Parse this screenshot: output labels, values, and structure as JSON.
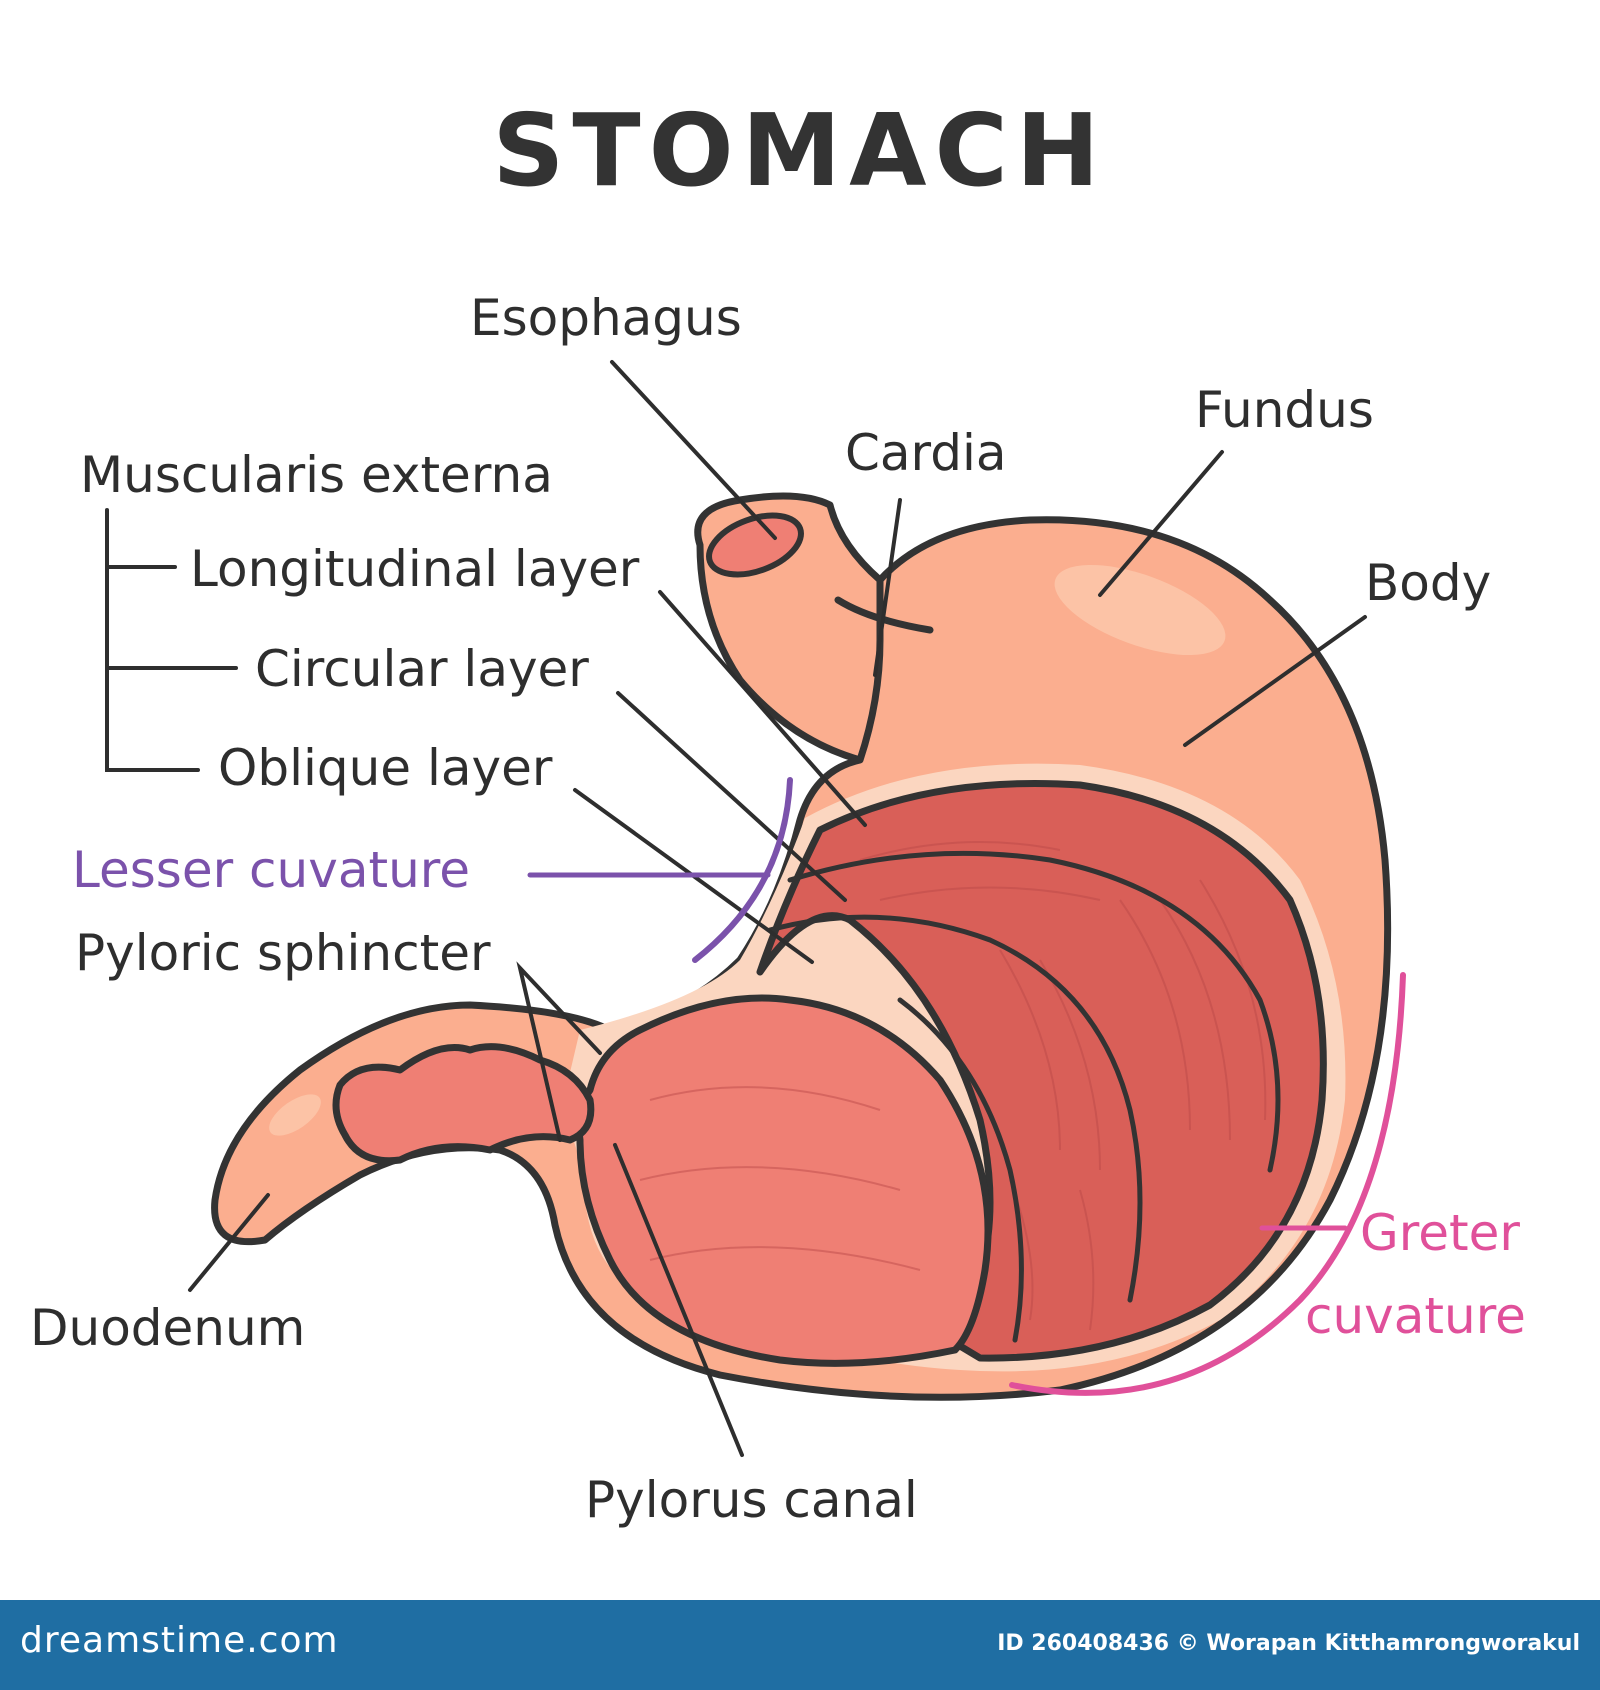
{
  "title": "STOMACH",
  "labels": {
    "esophagus": "Esophagus",
    "cardia": "Cardia",
    "fundus": "Fundus",
    "body": "Body",
    "muscularis_externa": "Muscularis externa",
    "longitudinal_layer": "Longitudinal layer",
    "circular_layer": "Circular layer",
    "oblique_layer": "Oblique layer",
    "lesser_curvature": "Lesser cuvature",
    "pyloric_sphincter": "Pyloric sphincter",
    "duodenum": "Duodenum",
    "pylorus_canal": "Pylorus canal",
    "greater_curvature_line1": "Greter",
    "greater_curvature_line2": "cuvature"
  },
  "footer": {
    "brand": "dreamstime.com",
    "credit": "ID 260408436 © Worapan Kitthamrongworakul"
  },
  "colors": {
    "stomach_outer": "#fbae8f",
    "muscle": "#d95f58",
    "mucosa": "#ef7f74",
    "lesser_curvature": "#7b52ab",
    "greater_curvature": "#e0509a",
    "footer": "#1f6ea3"
  }
}
